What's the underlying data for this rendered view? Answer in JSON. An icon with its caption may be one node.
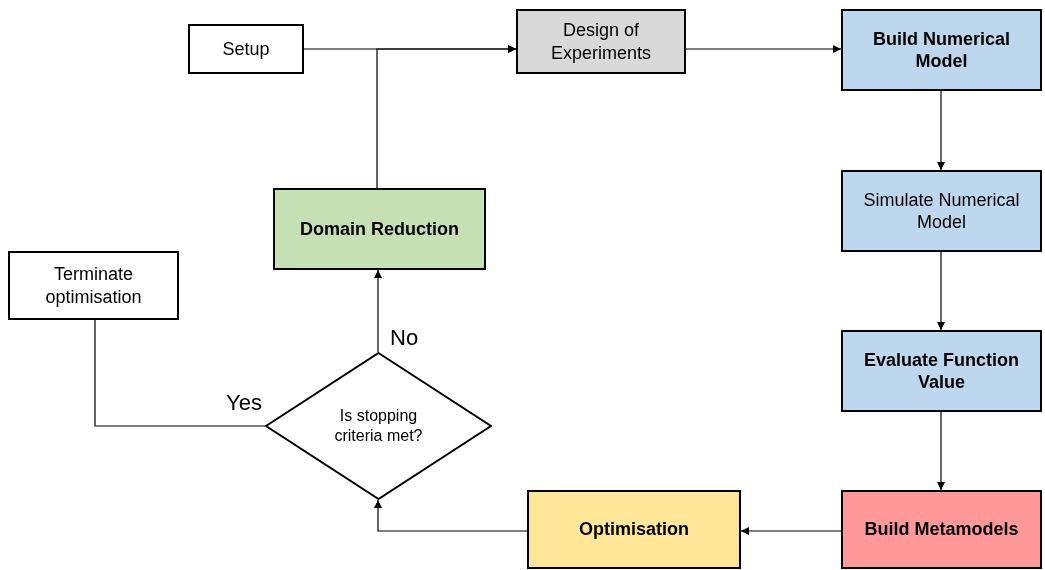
{
  "diagram": {
    "nodes": [
      {
        "text": [
          "Setup"
        ]
      },
      {
        "text": [
          "Design of Experiments"
        ]
      },
      {
        "text": [
          "Build Numerical Model"
        ]
      },
      {
        "text": [
          "Simulate Numerical Model"
        ]
      },
      {
        "text": [
          "Evaluate Function Value"
        ]
      },
      {
        "text": [
          "Build Metamodels"
        ]
      },
      {
        "text": [
          "Optimisation"
        ]
      },
      {
        "text": [
          "Is stopping criteria met?"
        ]
      },
      {
        "text": [
          "Domain Reduction"
        ]
      },
      {
        "text": [
          "Terminate optimisation"
        ]
      }
    ],
    "edges": [
      {
        "from": 0,
        "to": 1,
        "arrow": "to"
      },
      {
        "from": 8,
        "to": 1,
        "arrow": "to"
      },
      {
        "from": 1,
        "to": 2,
        "arrow": "to"
      },
      {
        "from": 2,
        "to": 3,
        "arrow": "to"
      },
      {
        "from": 3,
        "to": 4,
        "arrow": "to"
      },
      {
        "from": 4,
        "to": 5,
        "arrow": "to"
      },
      {
        "from": 5,
        "to": 6,
        "arrow": "to"
      },
      {
        "from": 6,
        "to": 7,
        "arrow": "to"
      },
      {
        "from": 7,
        "to": 8,
        "arrow": "to",
        "label": "No"
      },
      {
        "from": 7,
        "to": 9,
        "arrow": "none",
        "label": "Yes"
      }
    ]
  }
}
